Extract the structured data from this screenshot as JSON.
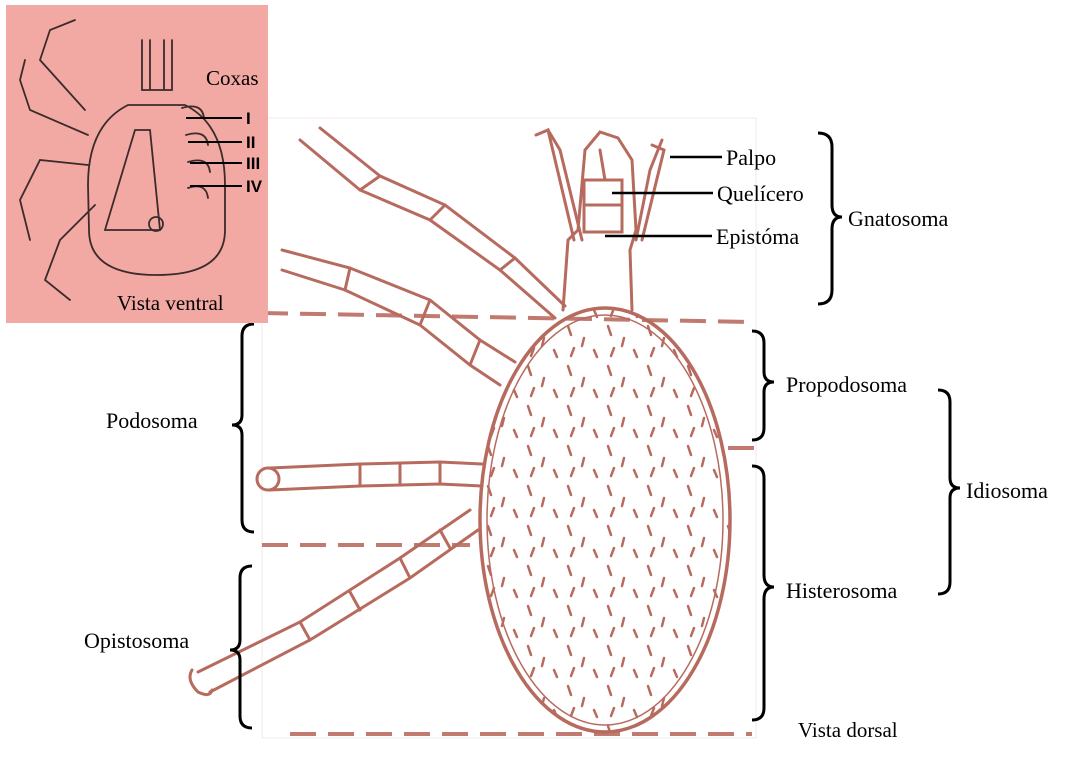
{
  "colors": {
    "inset_background": "#f3a9a3",
    "outline": "#b76b5f",
    "dashes": "#c07a70",
    "ink": "#1a1a1a"
  },
  "inset": {
    "coxas_label": "Coxas",
    "coxa_numerals": [
      "I",
      "II",
      "III",
      "IV"
    ],
    "view_label": "Vista ventral"
  },
  "labels": {
    "palpo": "Palpo",
    "quelicero": "Quelícero",
    "epistoma": "Epistóma",
    "gnatosoma": "Gnatosoma",
    "propodosoma": "Propodosoma",
    "idiosoma": "Idiosoma",
    "histerosoma": "Histerosoma",
    "podosoma": "Podosoma",
    "opistosoma": "Opistosoma",
    "vista_dorsal": "Vista dorsal"
  }
}
